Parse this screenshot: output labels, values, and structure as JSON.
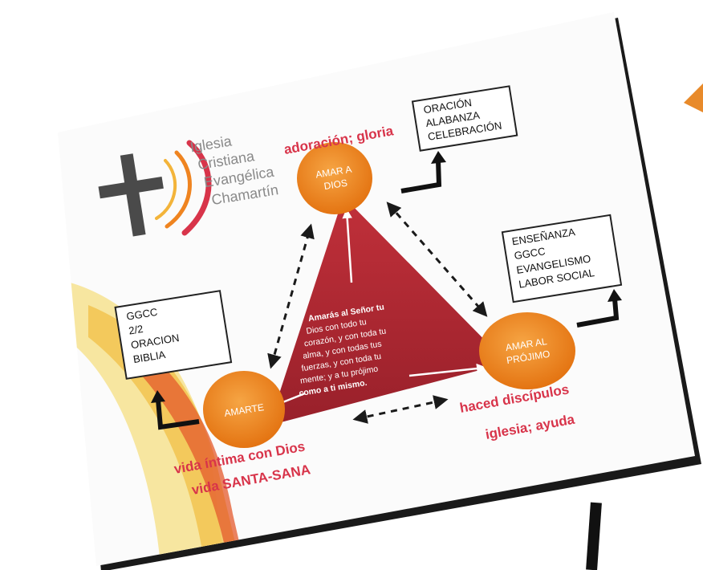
{
  "logo": {
    "lines": [
      "Iglesia",
      "Cristiana",
      "Evangélica",
      "Chamartín"
    ]
  },
  "labels": {
    "top": "adoración; gloria",
    "left_1": "vida íntima con Dios",
    "left_2": "vida SANTA-SANA",
    "right_1": "haced discípulos",
    "right_2": "iglesia; ayuda"
  },
  "circles": {
    "top": [
      "AMAR A",
      "DIOS"
    ],
    "left": [
      "AMARTE"
    ],
    "right": [
      "AMAR AL",
      "PRÓJIMO"
    ]
  },
  "boxes": {
    "top_right": [
      "ORACIÓN",
      "ALABANZA",
      "CELEBRACIÓN"
    ],
    "right": [
      "ENSEÑANZA",
      "GGCC",
      "EVANGELISMO",
      "LABOR SOCIAL"
    ],
    "left": [
      "GGCC",
      "2/2",
      "ORACION",
      "BIBLIA"
    ]
  },
  "verse": {
    "lines": [
      "Amarás al Señor tu",
      "Dios con todo tu",
      "corazón, y con toda tu",
      "alma, y con todas tus",
      "fuerzas, y con toda tu",
      "mente; y a tu prójimo",
      "como a ti mismo."
    ]
  },
  "colors": {
    "triangle": "#a8232c",
    "circle": "#ef8420",
    "label_red": "#d8344a",
    "logo_text": "#8a8a8a",
    "cross": "#4a4a4a"
  }
}
